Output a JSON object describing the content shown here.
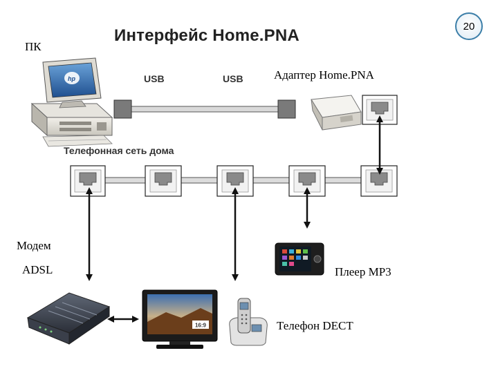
{
  "page_number": "20",
  "title": "Интерфейс Home.PNA",
  "labels": {
    "pc": "ПК",
    "usb_left": "USB",
    "usb_right": "USB",
    "adapter": "Адаптер Home.PNA",
    "home_network": "Телефонная сеть дома",
    "modem_line1": "Модем",
    "modem_line2": "ADSL",
    "mp3": "Плеер МР3",
    "dect": "Телефон DECT"
  },
  "tv_badge": "16:9",
  "icons": {
    "pc": "desktop-computer-icon",
    "adapter": "homepna-adapter-icon",
    "modem": "adsl-modem-icon",
    "tv": "tv-icon",
    "phone": "dect-phone-icon",
    "mp3": "mp3-player-icon"
  }
}
